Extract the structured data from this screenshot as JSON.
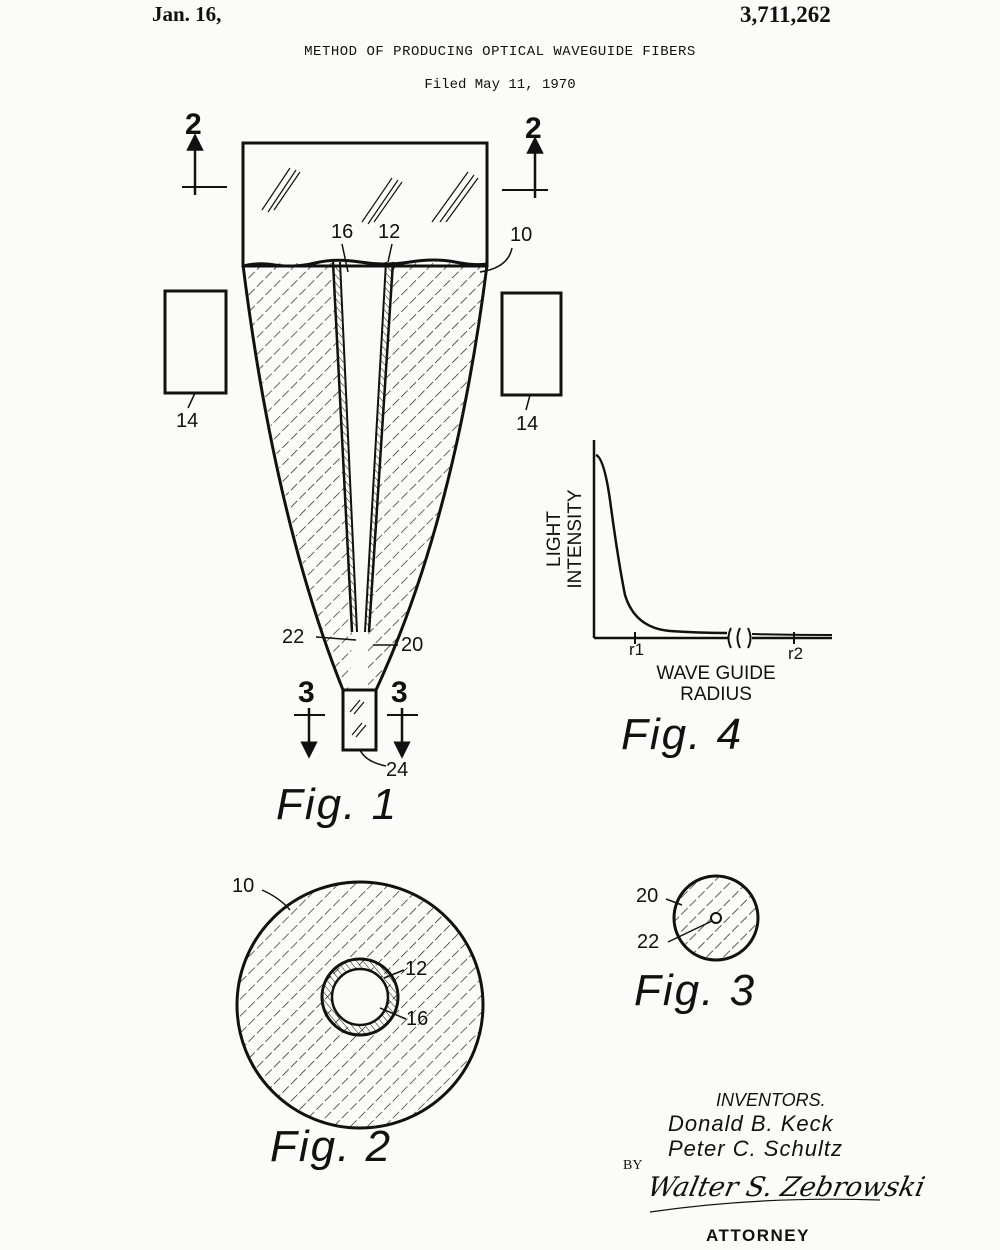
{
  "header": {
    "date": "Jan. 16,",
    "patent_number": "3,711,262",
    "title": "METHOD OF PRODUCING OPTICAL WAVEGUIDE FIBERS",
    "filed": "Filed May 11, 1970"
  },
  "fig1": {
    "caption": "Fig. 1",
    "section_2": "2",
    "section_3": "3",
    "labels": {
      "l10": "10",
      "l12": "12",
      "l14": "14",
      "l16": "16",
      "l20": "20",
      "l22": "22",
      "l24": "24"
    }
  },
  "fig2": {
    "caption": "Fig. 2",
    "labels": {
      "l10": "10",
      "l12": "12",
      "l16": "16"
    }
  },
  "fig3": {
    "caption": "Fig. 3",
    "labels": {
      "l20": "20",
      "l22": "22"
    }
  },
  "fig4": {
    "caption": "Fig. 4",
    "ylabel_line1": "LIGHT",
    "ylabel_line2": "INTENSITY",
    "xlabel_line1": "WAVE GUIDE",
    "xlabel_line2": "RADIUS",
    "tick_r1": "r1",
    "tick_r2": "r2"
  },
  "signature": {
    "inventors_label": "INVENTORS.",
    "inventor1": "Donald B. Keck",
    "inventor2": "Peter C. Schultz",
    "by": "BY",
    "attorney_signature": "Walter S. Zebrowski",
    "attorney_label": "ATTORNEY"
  }
}
